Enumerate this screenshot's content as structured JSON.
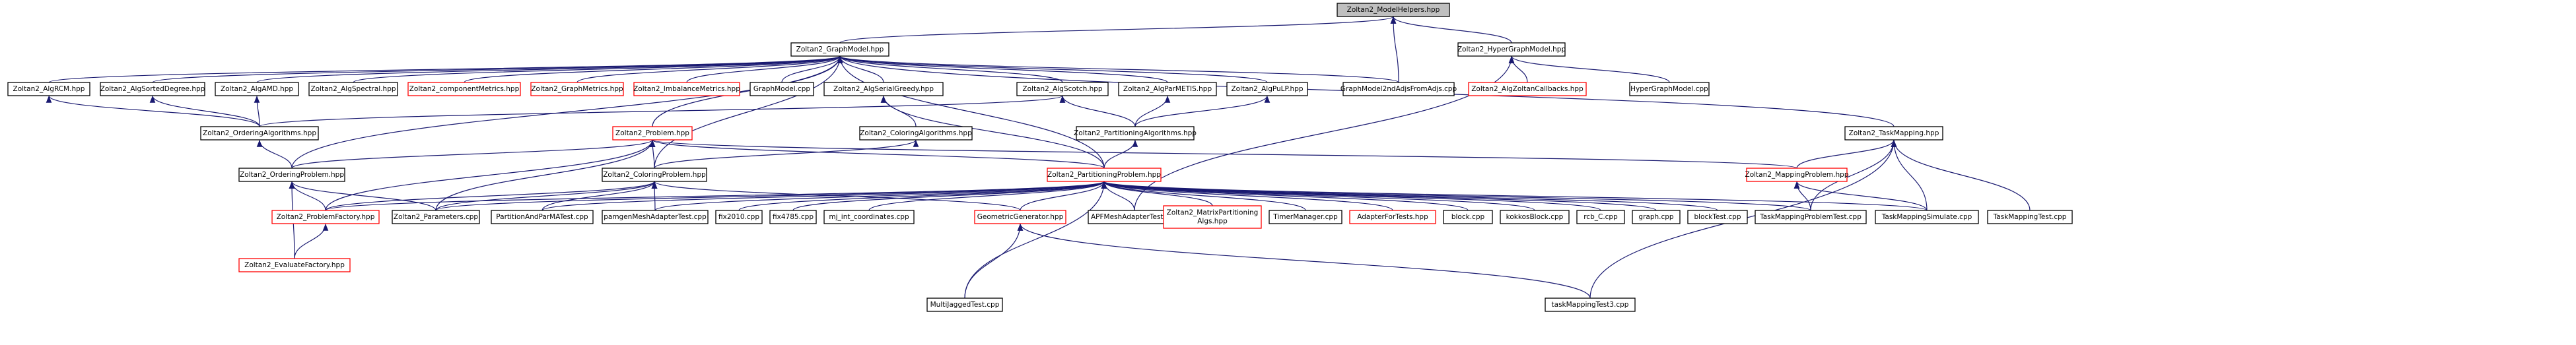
{
  "colors": {
    "edge": "#191970",
    "root_fill": "#bfbfbf",
    "box_border": "#000000",
    "incomplete_border": "#ff0000"
  },
  "nodes": [
    {
      "id": "modelhelpers",
      "label": "Zoltan2_ModelHelpers.hpp",
      "root": true
    },
    {
      "id": "graphmodel",
      "label": "Zoltan2_GraphModel.hpp"
    },
    {
      "id": "hypergraphmodel",
      "label": "Zoltan2_HyperGraphModel.hpp"
    },
    {
      "id": "algrcm",
      "label": "Zoltan2_AlgRCM.hpp"
    },
    {
      "id": "algsorteddegree",
      "label": "Zoltan2_AlgSortedDegree.hpp"
    },
    {
      "id": "algamd",
      "label": "Zoltan2_AlgAMD.hpp"
    },
    {
      "id": "algspectral",
      "label": "Zoltan2_AlgSpectral.hpp"
    },
    {
      "id": "componentmetrics",
      "label": "Zoltan2_componentMetrics.hpp",
      "red": true
    },
    {
      "id": "graphmetrics",
      "label": "Zoltan2_GraphMetrics.hpp",
      "red": true
    },
    {
      "id": "imbalancemetrics",
      "label": "Zoltan2_ImbalanceMetrics.hpp",
      "red": true
    },
    {
      "id": "graphmodelcpp",
      "label": "GraphModel.cpp"
    },
    {
      "id": "algserialgreedy",
      "label": "Zoltan2_AlgSerialGreedy.hpp"
    },
    {
      "id": "algscotch",
      "label": "Zoltan2_AlgScotch.hpp"
    },
    {
      "id": "algparmetis",
      "label": "Zoltan2_AlgParMETIS.hpp"
    },
    {
      "id": "algpulp",
      "label": "Zoltan2_AlgPuLP.hpp"
    },
    {
      "id": "graphmodel2nd",
      "label": "GraphModel2ndAdjsFromAdjs.cpp"
    },
    {
      "id": "algzoltancallbacks",
      "label": "Zoltan2_AlgZoltanCallbacks.hpp",
      "red": true
    },
    {
      "id": "hypergraphmodelcpp",
      "label": "HyperGraphModel.cpp"
    },
    {
      "id": "orderingalgorithms",
      "label": "Zoltan2_OrderingAlgorithms.hpp"
    },
    {
      "id": "problem",
      "label": "Zoltan2_Problem.hpp",
      "red": true
    },
    {
      "id": "coloringalgorithms",
      "label": "Zoltan2_ColoringAlgorithms.hpp"
    },
    {
      "id": "partitioningalgorithms",
      "label": "Zoltan2_PartitioningAlgorithms.hpp"
    },
    {
      "id": "taskmapping",
      "label": "Zoltan2_TaskMapping.hpp"
    },
    {
      "id": "orderingproblem",
      "label": "Zoltan2_OrderingProblem.hpp"
    },
    {
      "id": "coloringproblem",
      "label": "Zoltan2_ColoringProblem.hpp"
    },
    {
      "id": "partitioningproblem",
      "label": "Zoltan2_PartitioningProblem.hpp",
      "red": true
    },
    {
      "id": "mappingproblem",
      "label": "Zoltan2_MappingProblem.hpp",
      "red": true
    },
    {
      "id": "problemfactory",
      "label": "Zoltan2_ProblemFactory.hpp",
      "red": true
    },
    {
      "id": "parameterscpp",
      "label": "Zoltan2_Parameters.cpp"
    },
    {
      "id": "partitionandparmatest",
      "label": "PartitionAndParMATest.cpp"
    },
    {
      "id": "pamgenmesh",
      "label": "pamgenMeshAdapterTest.cpp"
    },
    {
      "id": "fix2010",
      "label": "fix2010.cpp"
    },
    {
      "id": "fix4785",
      "label": "fix4785.cpp"
    },
    {
      "id": "mjintcoords",
      "label": "mj_int_coordinates.cpp"
    },
    {
      "id": "geometricgenerator",
      "label": "GeometricGenerator.hpp",
      "red": true
    },
    {
      "id": "apfmesh",
      "label": "APFMeshAdapterTest.cpp"
    },
    {
      "id": "matrixpartitioning",
      "label": "Zoltan2_MatrixPartitioning\nAlgs.hpp",
      "red": true
    },
    {
      "id": "timermanager",
      "label": "TimerManager.cpp"
    },
    {
      "id": "adapterfortests",
      "label": "AdapterForTests.hpp",
      "red": true
    },
    {
      "id": "blockcpp",
      "label": "block.cpp"
    },
    {
      "id": "kokkosblock",
      "label": "kokkosBlock.cpp"
    },
    {
      "id": "rcbc",
      "label": "rcb_C.cpp"
    },
    {
      "id": "graphcpp",
      "label": "graph.cpp"
    },
    {
      "id": "blocktest",
      "label": "blockTest.cpp"
    },
    {
      "id": "taskmappingproblemtest",
      "label": "TaskMappingProblemTest.cpp"
    },
    {
      "id": "taskmappingsimulate",
      "label": "TaskMappingSimulate.cpp"
    },
    {
      "id": "taskmappingtest",
      "label": "TaskMappingTest.cpp"
    },
    {
      "id": "evaluatefactory",
      "label": "Zoltan2_EvaluateFactory.hpp",
      "red": true
    },
    {
      "id": "multijagged",
      "label": "MultiJaggedTest.cpp"
    },
    {
      "id": "taskmappingtest3",
      "label": "taskMappingTest3.cpp"
    }
  ],
  "edges": [
    [
      "graphmodel",
      "modelhelpers"
    ],
    [
      "graphmodel2nd",
      "modelhelpers"
    ],
    [
      "hypergraphmodel",
      "modelhelpers"
    ],
    [
      "algrcm",
      "graphmodel"
    ],
    [
      "algsorteddegree",
      "graphmodel"
    ],
    [
      "algamd",
      "graphmodel"
    ],
    [
      "algspectral",
      "graphmodel"
    ],
    [
      "componentmetrics",
      "graphmodel"
    ],
    [
      "graphmetrics",
      "graphmodel"
    ],
    [
      "imbalancemetrics",
      "graphmodel"
    ],
    [
      "graphmodelcpp",
      "graphmodel"
    ],
    [
      "algserialgreedy",
      "graphmodel"
    ],
    [
      "algscotch",
      "graphmodel"
    ],
    [
      "algparmetis",
      "graphmodel"
    ],
    [
      "algpulp",
      "graphmodel"
    ],
    [
      "graphmodel2nd",
      "graphmodel"
    ],
    [
      "problem",
      "graphmodel"
    ],
    [
      "orderingproblem",
      "graphmodel"
    ],
    [
      "coloringproblem",
      "graphmodel"
    ],
    [
      "partitioningproblem",
      "graphmodel"
    ],
    [
      "taskmapping",
      "graphmodel"
    ],
    [
      "algzoltancallbacks",
      "hypergraphmodel"
    ],
    [
      "hypergraphmodelcpp",
      "hypergraphmodel"
    ],
    [
      "apfmesh",
      "hypergraphmodel"
    ],
    [
      "orderingalgorithms",
      "algrcm"
    ],
    [
      "orderingalgorithms",
      "algsorteddegree"
    ],
    [
      "orderingalgorithms",
      "algamd"
    ],
    [
      "coloringalgorithms",
      "algserialgreedy"
    ],
    [
      "partitioningproblem",
      "algserialgreedy"
    ],
    [
      "partitioningalgorithms",
      "algscotch"
    ],
    [
      "partitioningalgorithms",
      "algparmetis"
    ],
    [
      "partitioningalgorithms",
      "algpulp"
    ],
    [
      "orderingalgorithms",
      "algscotch"
    ],
    [
      "orderingproblem",
      "orderingalgorithms"
    ],
    [
      "coloringproblem",
      "coloringalgorithms"
    ],
    [
      "partitioningproblem",
      "partitioningalgorithms"
    ],
    [
      "orderingproblem",
      "problem"
    ],
    [
      "coloringproblem",
      "problem"
    ],
    [
      "partitioningproblem",
      "problem"
    ],
    [
      "mappingproblem",
      "problem"
    ],
    [
      "problemfactory",
      "problem"
    ],
    [
      "parameterscpp",
      "problem"
    ],
    [
      "problemfactory",
      "orderingproblem"
    ],
    [
      "parameterscpp",
      "orderingproblem"
    ],
    [
      "evaluatefactory",
      "orderingproblem"
    ],
    [
      "problemfactory",
      "coloringproblem"
    ],
    [
      "parameterscpp",
      "coloringproblem"
    ],
    [
      "partitionandparmatest",
      "coloringproblem"
    ],
    [
      "pamgenmesh",
      "coloringproblem"
    ],
    [
      "geometricgenerator",
      "coloringproblem"
    ],
    [
      "problemfactory",
      "partitioningproblem"
    ],
    [
      "parameterscpp",
      "partitioningproblem"
    ],
    [
      "partitionandparmatest",
      "partitioningproblem"
    ],
    [
      "pamgenmesh",
      "partitioningproblem"
    ],
    [
      "fix2010",
      "partitioningproblem"
    ],
    [
      "fix4785",
      "partitioningproblem"
    ],
    [
      "mjintcoords",
      "partitioningproblem"
    ],
    [
      "geometricgenerator",
      "partitioningproblem"
    ],
    [
      "apfmesh",
      "partitioningproblem"
    ],
    [
      "matrixpartitioning",
      "partitioningproblem"
    ],
    [
      "timermanager",
      "partitioningproblem"
    ],
    [
      "adapterfortests",
      "partitioningproblem"
    ],
    [
      "blockcpp",
      "partitioningproblem"
    ],
    [
      "kokkosblock",
      "partitioningproblem"
    ],
    [
      "rcbc",
      "partitioningproblem"
    ],
    [
      "graphcpp",
      "partitioningproblem"
    ],
    [
      "blocktest",
      "partitioningproblem"
    ],
    [
      "taskmappingproblemtest",
      "partitioningproblem"
    ],
    [
      "taskmappingsimulate",
      "partitioningproblem"
    ],
    [
      "multijagged",
      "partitioningproblem"
    ],
    [
      "mappingproblem",
      "taskmapping"
    ],
    [
      "taskmappingproblemtest",
      "taskmapping"
    ],
    [
      "taskmappingsimulate",
      "taskmapping"
    ],
    [
      "taskmappingtest",
      "taskmapping"
    ],
    [
      "taskmappingtest3",
      "taskmapping"
    ],
    [
      "taskmappingproblemtest",
      "mappingproblem"
    ],
    [
      "taskmappingsimulate",
      "mappingproblem"
    ],
    [
      "evaluatefactory",
      "problemfactory"
    ],
    [
      "multijagged",
      "geometricgenerator"
    ],
    [
      "taskmappingtest3",
      "geometricgenerator"
    ]
  ]
}
